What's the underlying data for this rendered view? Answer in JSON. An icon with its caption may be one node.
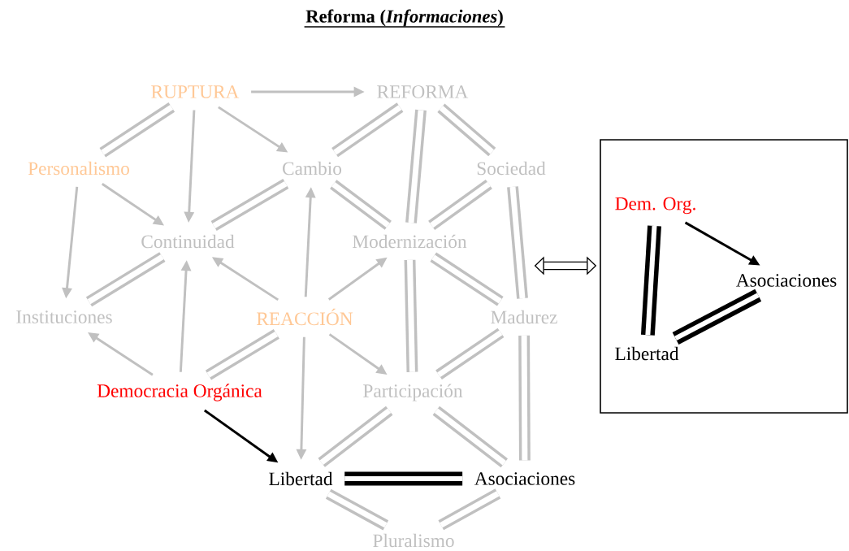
{
  "diagram": {
    "title": "Reforma (*Informaciones*)",
    "nodes": [
      {
        "text": [
          "RUPTURA"
        ]
      },
      {
        "text": [
          "REFORMA"
        ]
      },
      {
        "text": [
          "Personalismo"
        ]
      },
      {
        "text": [
          "Cambio"
        ]
      },
      {
        "text": [
          "Sociedad"
        ]
      },
      {
        "text": [
          "Continuidad"
        ]
      },
      {
        "text": [
          "Modernización"
        ]
      },
      {
        "text": [
          "Instituciones"
        ]
      },
      {
        "text": [
          "REACCIÓN"
        ]
      },
      {
        "text": [
          "Madurez"
        ]
      },
      {
        "text": [
          "Democracia Orgánica"
        ]
      },
      {
        "text": [
          "Participación"
        ]
      },
      {
        "text": [
          "Libertad"
        ]
      },
      {
        "text": [
          "Asociaciones"
        ]
      },
      {
        "text": [
          "Pluralismo"
        ]
      },
      {
        "text": [],
        "shape": "box"
      },
      {
        "text": [
          "Dem. Org."
        ],
        "in": 15
      },
      {
        "text": [
          "Asociaciones"
        ],
        "in": 15
      },
      {
        "text": [
          "Libertad"
        ],
        "in": 15
      }
    ],
    "edges": [
      {
        "from": 0,
        "to": 1,
        "arrow": "to"
      },
      {
        "from": 0,
        "to": 3,
        "arrow": "to"
      },
      {
        "from": 0,
        "to": 5,
        "arrow": "to"
      },
      {
        "from": 2,
        "to": 5,
        "arrow": "to"
      },
      {
        "from": 2,
        "to": 7,
        "arrow": "to"
      },
      {
        "from": 8,
        "to": 5,
        "arrow": "to"
      },
      {
        "from": 8,
        "to": 3,
        "arrow": "to"
      },
      {
        "from": 8,
        "to": 6,
        "arrow": "to"
      },
      {
        "from": 10,
        "to": 5,
        "arrow": "to"
      },
      {
        "from": 10,
        "to": 7,
        "arrow": "to"
      },
      {
        "from": 8,
        "to": 11,
        "arrow": "to"
      },
      {
        "from": 8,
        "to": 12,
        "arrow": "to"
      },
      {
        "from": 0,
        "to": 2,
        "arrow": "none"
      },
      {
        "from": 1,
        "to": 3,
        "arrow": "none"
      },
      {
        "from": 1,
        "to": 6,
        "arrow": "none"
      },
      {
        "from": 1,
        "to": 4,
        "arrow": "none"
      },
      {
        "from": 3,
        "to": 5,
        "arrow": "none"
      },
      {
        "from": 3,
        "to": 6,
        "arrow": "none"
      },
      {
        "from": 5,
        "to": 7,
        "arrow": "none"
      },
      {
        "from": 4,
        "to": 6,
        "arrow": "none"
      },
      {
        "from": 4,
        "to": 9,
        "arrow": "none"
      },
      {
        "from": 6,
        "to": 9,
        "arrow": "none"
      },
      {
        "from": 6,
        "to": 11,
        "arrow": "none"
      },
      {
        "from": 8,
        "to": 10,
        "arrow": "none"
      },
      {
        "from": 9,
        "to": 11,
        "arrow": "none"
      },
      {
        "from": 9,
        "to": 13,
        "arrow": "none"
      },
      {
        "from": 11,
        "to": 12,
        "arrow": "none"
      },
      {
        "from": 11,
        "to": 13,
        "arrow": "none"
      },
      {
        "from": 12,
        "to": 14,
        "arrow": "none"
      },
      {
        "from": 13,
        "to": 14,
        "arrow": "none"
      },
      {
        "from": 10,
        "to": 12,
        "arrow": "to",
        "color": "#000000"
      },
      {
        "from": 12,
        "to": 13,
        "arrow": "none",
        "color": "#000000"
      },
      {
        "from": 16,
        "to": 17,
        "arrow": "to",
        "color": "#000000"
      },
      {
        "from": 16,
        "to": 18,
        "arrow": "none",
        "color": "#000000"
      },
      {
        "from": 18,
        "to": 17,
        "arrow": "none",
        "color": "#000000"
      },
      {
        "from": null,
        "to": 15,
        "arrow": "both",
        "color": "#000000"
      }
    ]
  }
}
